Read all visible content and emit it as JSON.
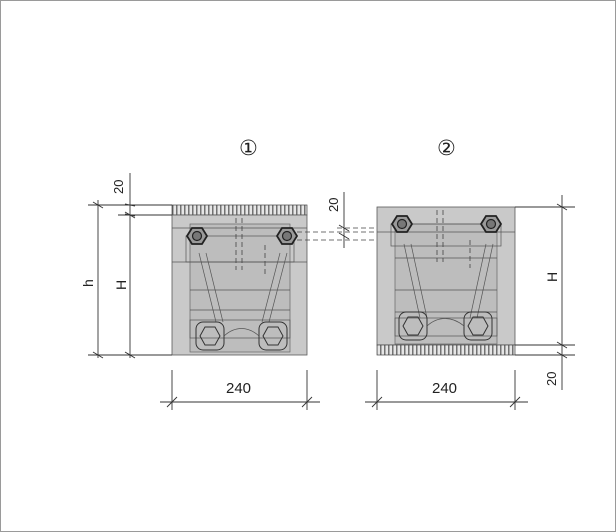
{
  "labels": {
    "view1": "①",
    "view2": "②",
    "dim_20_top_left": "20",
    "dim_h": "h",
    "dim_H_left": "H",
    "dim_240_left": "240",
    "dim_20_mid": "20",
    "dim_H_right": "H",
    "dim_20_bottom_right": "20",
    "dim_240_right": "240"
  },
  "colors": {
    "section_fill": "#c9c9c9",
    "hatch": "#555555",
    "line": "#333333"
  }
}
